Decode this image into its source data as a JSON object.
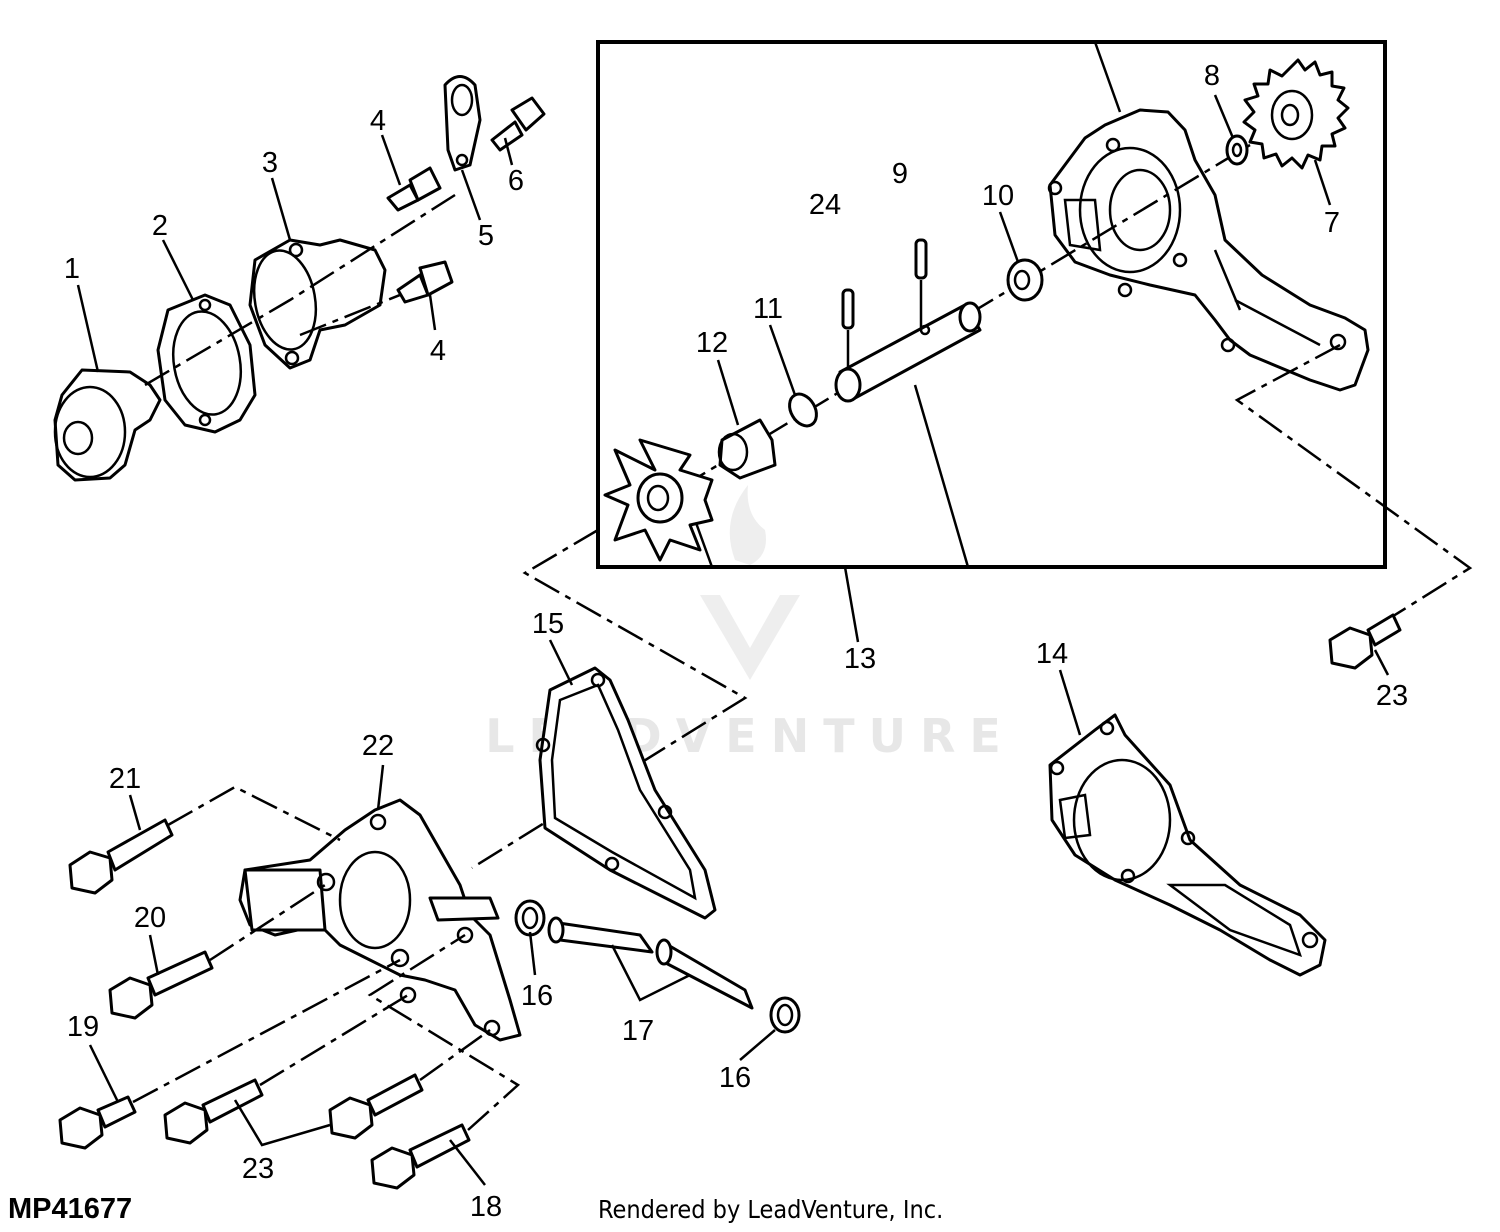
{
  "figure_id": "MP41677",
  "credit": "Rendered by LeadVenture, Inc.",
  "watermark": "LEADVENTURE",
  "callouts": {
    "c1": "1",
    "c2": "2",
    "c3": "3",
    "c4a": "4",
    "c4b": "4",
    "c5": "5",
    "c6": "6",
    "c7": "7",
    "c8": "8",
    "c9": "9",
    "c10": "10",
    "c11": "11",
    "c12": "12",
    "c13": "13",
    "c14": "14",
    "c15": "15",
    "c16a": "16",
    "c16b": "16",
    "c17": "17",
    "c18": "18",
    "c19": "19",
    "c20": "20",
    "c21": "21",
    "c22": "22",
    "c23a": "23",
    "c23b": "23",
    "c24": "24"
  }
}
